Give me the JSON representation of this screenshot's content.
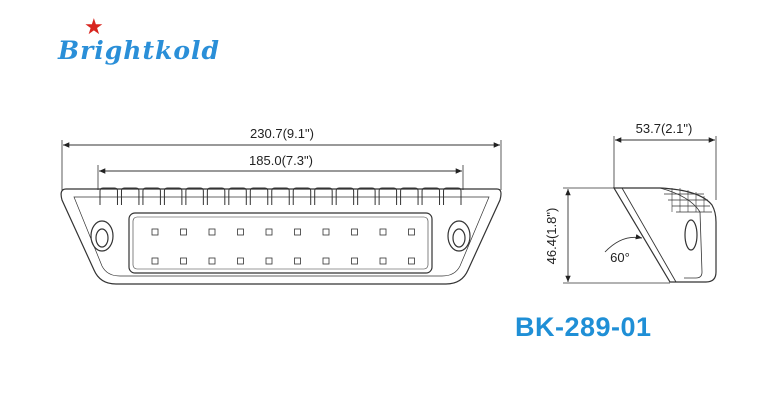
{
  "brand": {
    "name": "Brightkold",
    "logo_color": "#2a8fd8",
    "star_color": "#d8251f",
    "star_icon": "star-icon"
  },
  "model": {
    "code": "BK-289-01",
    "color": "#1f8fd6"
  },
  "dimensions": {
    "overall_length": "230.7(9.1\")",
    "inner_length": "185.0(7.3\")",
    "depth": "53.7(2.1\")",
    "height": "46.4(1.8\")",
    "angle": "60°"
  },
  "front_view": {
    "led_rows": 2,
    "led_columns": 10,
    "fins": 17
  }
}
